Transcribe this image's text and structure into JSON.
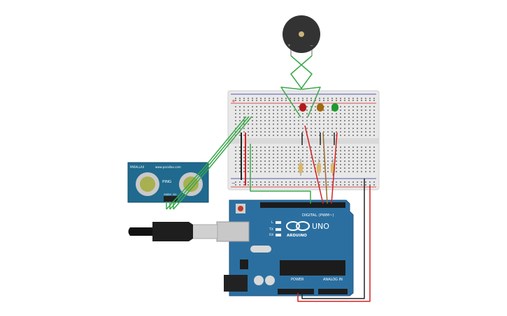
{
  "arduino": {
    "logo_text": "UNO",
    "brand_text": "ARDUINO",
    "digital_label": "DIGITAL (PWM~)",
    "power_label": "POWER",
    "analog_label": "ANALOG IN",
    "tx_label": "TX",
    "rx_label": "RX",
    "l_label": "L"
  },
  "sensor": {
    "title": "PARALLAX",
    "model": "PING",
    "site": "www.parallax.com",
    "pins": [
      "GND",
      "5V",
      "SIG"
    ]
  },
  "buzzer": {
    "plus": "+",
    "minus": "−"
  },
  "breadboard": {
    "rail_plus": "+",
    "rail_minus": "−"
  },
  "colors": {
    "board": "#2b6fa0",
    "breadboard": "#e7e7e7",
    "wire_green": "#3aa84a",
    "wire_red": "#d42020",
    "wire_black": "#222222",
    "wire_brown": "#9a6a2a",
    "led_red": "#b11a1a",
    "led_yellow": "#a06a10",
    "led_green": "#1f9a2f"
  },
  "components": {
    "leds": [
      "led-red",
      "led-yellow",
      "led-green"
    ],
    "resistors": 3
  }
}
